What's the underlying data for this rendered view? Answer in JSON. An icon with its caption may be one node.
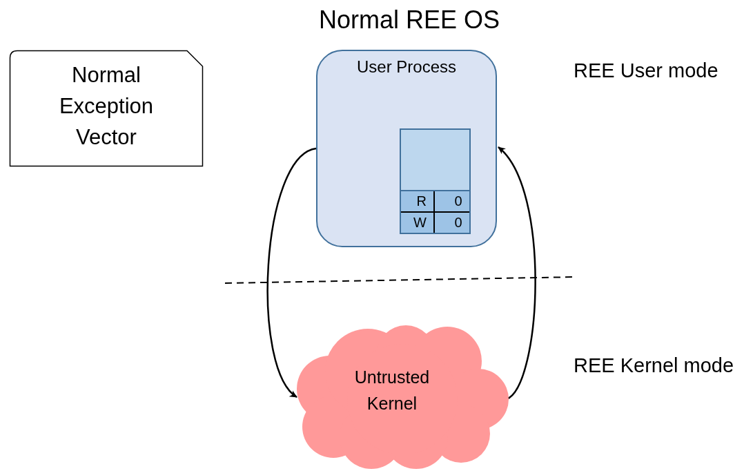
{
  "diagram": {
    "title": "Normal REE OS",
    "nodes": [
      {
        "text": [
          "Normal Exception Vector"
        ]
      },
      {
        "text": [
          "User Process"
        ]
      },
      {
        "text": [],
        "shape": "box",
        "in": 1
      },
      {
        "text": [
          "Untrusted Kernel"
        ]
      }
    ],
    "edges": [
      {
        "from": 1,
        "to": 3,
        "arrow": "to"
      },
      {
        "from": 3,
        "to": 1,
        "arrow": "to"
      }
    ],
    "labels": [
      "REE User mode",
      "R",
      "0",
      "W",
      "0",
      "REE Kernel mode"
    ]
  }
}
